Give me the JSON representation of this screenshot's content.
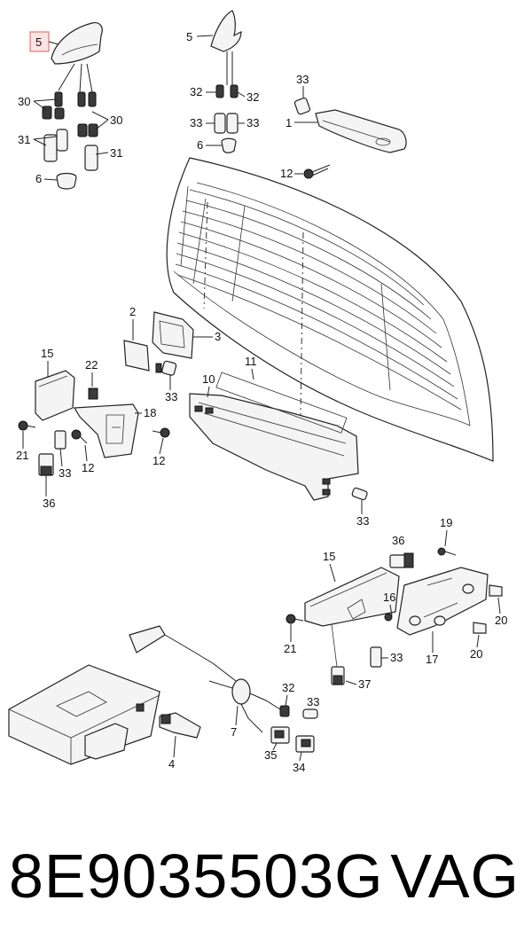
{
  "footer": {
    "part_number": "8E9035503G",
    "brand": "VAG"
  },
  "callouts": {
    "c5a": "5",
    "c5b": "5",
    "c30a": "30",
    "c30b": "30",
    "c31a": "31",
    "c31b": "31",
    "c6a": "6",
    "c6b": "6",
    "c32a": "32",
    "c32b": "32",
    "c32c": "32",
    "c33a": "33",
    "c33b": "33",
    "c33c": "33",
    "c33d": "33",
    "c33e": "33",
    "c33f": "33",
    "c33g": "33",
    "c33h": "33",
    "c1": "1",
    "c12a": "12",
    "c12b": "12",
    "c12c": "12",
    "c2": "2",
    "c3": "3",
    "c15a": "15",
    "c15b": "15",
    "c22": "22",
    "c18": "18",
    "c11": "11",
    "c10": "10",
    "c21a": "21",
    "c21b": "21",
    "c36a": "36",
    "c36b": "36",
    "c19": "19",
    "c16": "16",
    "c20a": "20",
    "c20b": "20",
    "c17": "17",
    "c37": "37",
    "c7": "7",
    "c4": "4",
    "c35": "35",
    "c34": "34"
  }
}
